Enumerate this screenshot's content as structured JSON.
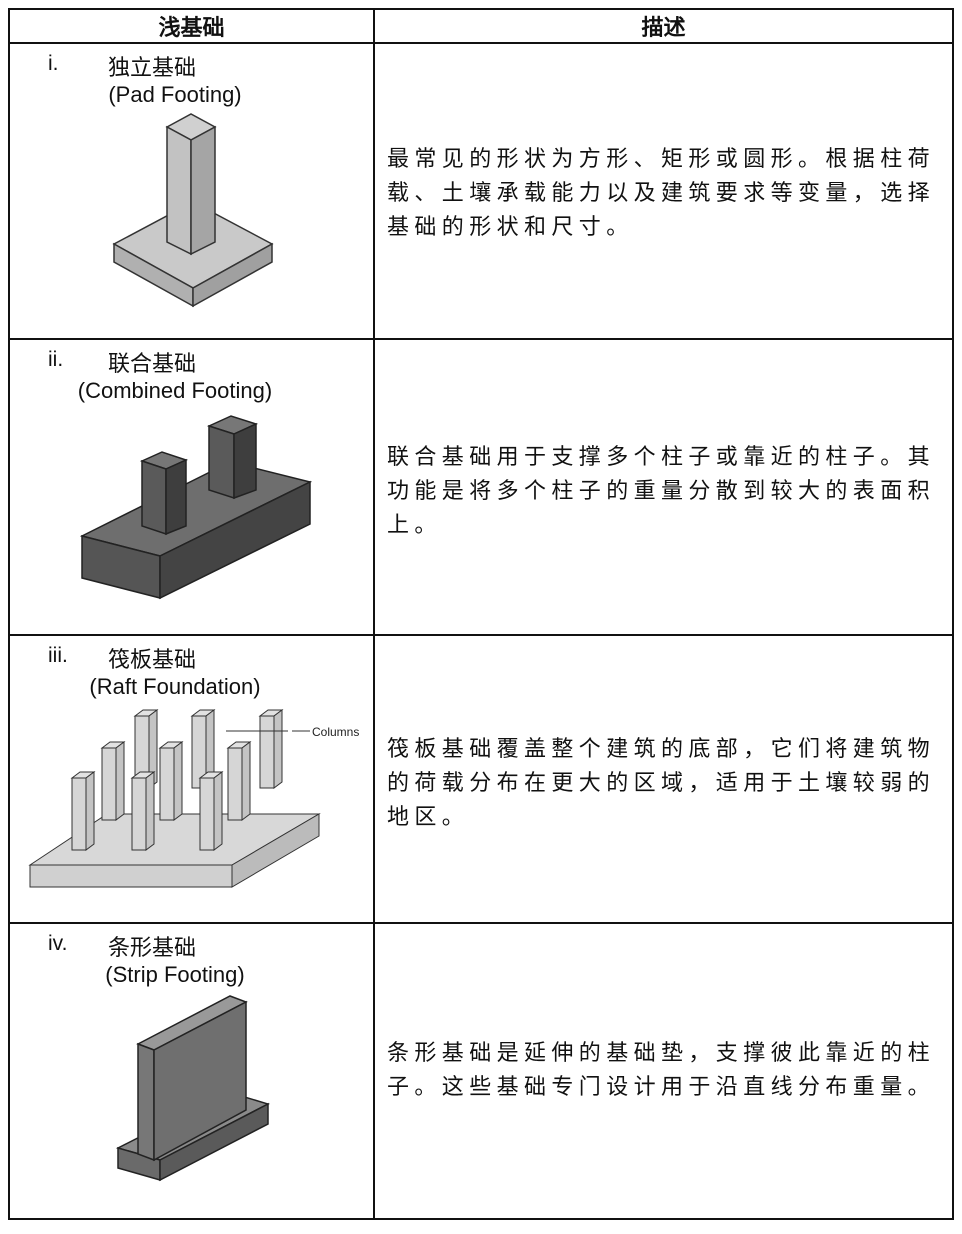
{
  "headers": {
    "col1": "浅基础",
    "col2": "描述"
  },
  "rows": [
    {
      "num": "i.",
      "zh": "独立基础",
      "en": "(Pad Footing)",
      "desc": "最常见的形状为方形、矩形或圆形。根据柱荷载、土壤承载能力以及建筑要求等变量，选择基础的形状和尺寸。"
    },
    {
      "num": "ii.",
      "zh": "联合基础",
      "en": "(Combined Footing)",
      "desc": "联合基础用于支撑多个柱子或靠近的柱子。其功能是将多个柱子的重量分散到较大的表面积上。"
    },
    {
      "num": "iii.",
      "zh": "筏板基础",
      "en": "(Raft Foundation)",
      "desc": "筏板基础覆盖整个建筑的底部，它们将建筑物的荷载分布在更大的区域，适用于土壤较弱的地区。",
      "figure_label": "Columns"
    },
    {
      "num": "iv.",
      "zh": "条形基础",
      "en": "(Strip Footing)",
      "desc": "条形基础是延伸的基础垫，支撑彼此靠近的柱子。这些基础专门设计用于沿直线分布重量。"
    }
  ]
}
